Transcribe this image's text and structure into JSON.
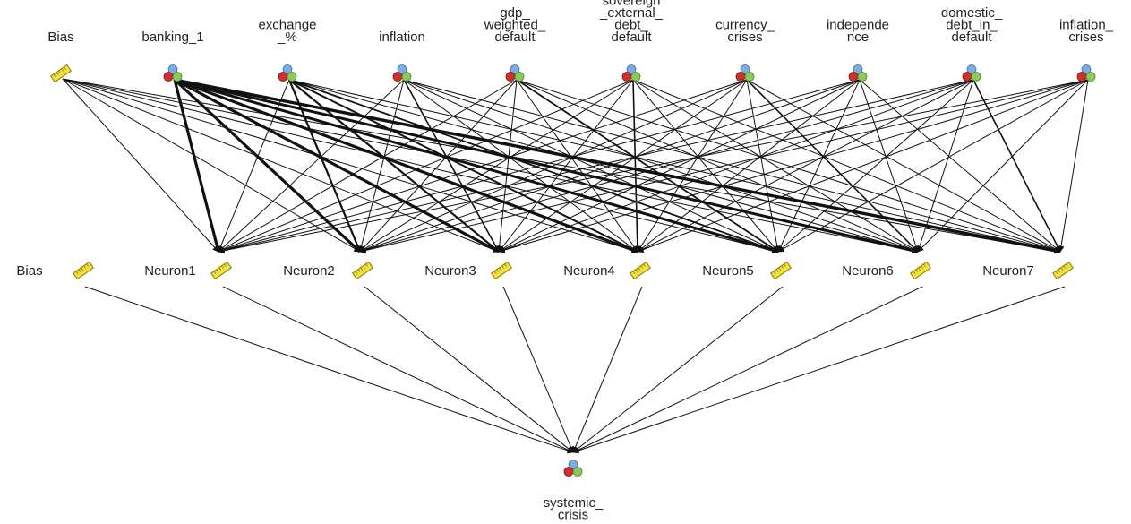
{
  "input_layer": [
    {
      "id": "bias",
      "label_lines": [
        "Bias"
      ],
      "icon": "bias-ruler-icon"
    },
    {
      "id": "banking_1",
      "label_lines": [
        "banking_1"
      ],
      "icon": "nominal-variable-icon"
    },
    {
      "id": "exchange",
      "label_lines": [
        "exchange",
        "_%"
      ],
      "icon": "nominal-variable-icon"
    },
    {
      "id": "inflation",
      "label_lines": [
        "inflation"
      ],
      "icon": "nominal-variable-icon"
    },
    {
      "id": "gdp",
      "label_lines": [
        "gdp_",
        "weighted_",
        "default"
      ],
      "icon": "nominal-variable-icon"
    },
    {
      "id": "sovereign",
      "label_lines": [
        "sovereign",
        "_external_",
        "debt_",
        "default"
      ],
      "icon": "nominal-variable-icon"
    },
    {
      "id": "currency",
      "label_lines": [
        "currency_",
        "crises"
      ],
      "icon": "nominal-variable-icon"
    },
    {
      "id": "independence",
      "label_lines": [
        "independe",
        "nce"
      ],
      "icon": "nominal-variable-icon"
    },
    {
      "id": "domestic",
      "label_lines": [
        "domestic_",
        "debt_in_",
        "default"
      ],
      "icon": "nominal-variable-icon"
    },
    {
      "id": "inflation_crises",
      "label_lines": [
        "inflation_",
        "crises"
      ],
      "icon": "nominal-variable-icon"
    }
  ],
  "hidden_layer": [
    {
      "id": "bias",
      "label": "Bias",
      "icon": "bias-ruler-icon"
    },
    {
      "id": "n1",
      "label": "Neuron1",
      "icon": "bias-ruler-icon"
    },
    {
      "id": "n2",
      "label": "Neuron2",
      "icon": "bias-ruler-icon"
    },
    {
      "id": "n3",
      "label": "Neuron3",
      "icon": "bias-ruler-icon"
    },
    {
      "id": "n4",
      "label": "Neuron4",
      "icon": "bias-ruler-icon"
    },
    {
      "id": "n5",
      "label": "Neuron5",
      "icon": "bias-ruler-icon"
    },
    {
      "id": "n6",
      "label": "Neuron6",
      "icon": "bias-ruler-icon"
    },
    {
      "id": "n7",
      "label": "Neuron7",
      "icon": "bias-ruler-icon"
    }
  ],
  "output_layer": [
    {
      "id": "systemic_crisis",
      "label_lines": [
        "systemic_",
        "crisis"
      ],
      "icon": "nominal-variable-icon"
    }
  ],
  "colors": {
    "line": "#111111",
    "text": "#222222",
    "ruler_fill": "#f0e040",
    "ruler_stroke": "#8a7a00",
    "circle_blue": "#7aaee0",
    "circle_red": "#d0302c",
    "circle_green": "#8cc85a"
  }
}
